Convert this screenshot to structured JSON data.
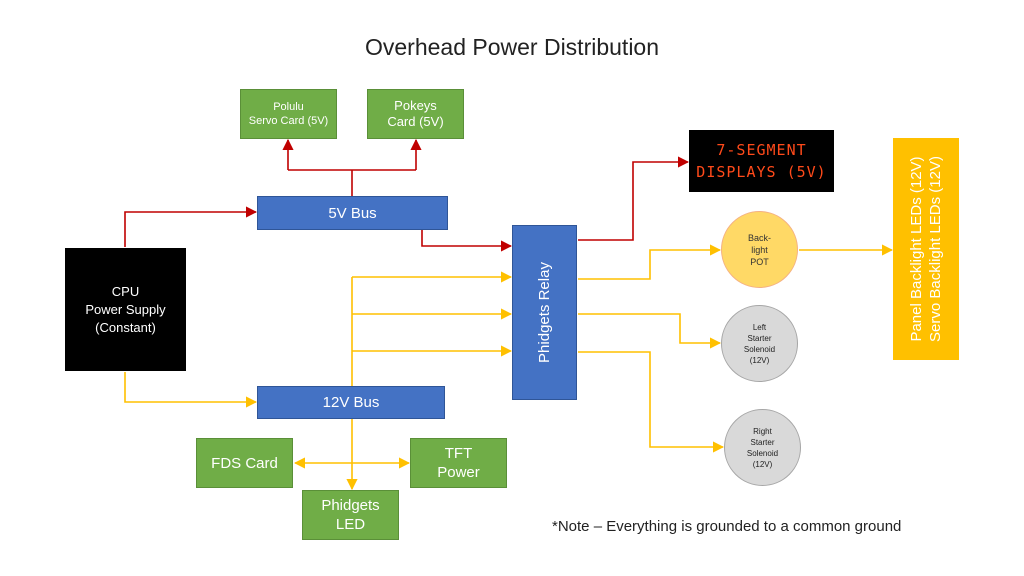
{
  "title": "Overhead Power Distribution",
  "note": "*Note – Everything is grounded to a common ground",
  "nodes": {
    "polulu": "Polulu\nServo Card (5V)",
    "pokeys": "Pokeys\nCard (5V)",
    "bus5v": "5V Bus",
    "cpu": "CPU\nPower Supply\n(Constant)",
    "bus12v": "12V Bus",
    "fds": "FDS Card",
    "tft": "TFT\nPower",
    "phidgets_led": "Phidgets\nLED",
    "relay": "Phidgets Relay",
    "seven_seg": "7-SEGMENT\nDISPLAYS (5V)",
    "backlight_pot": "Back-\nlight\nPOT",
    "left_solenoid": "Left\nStarter\nSolenoid\n(12V)",
    "right_solenoid": "Right\nStarter\nSolenoid\n(12V)",
    "panel_leds": "Panel Backlight LEDs (12V)\nServo Backlight LEDs (12V)"
  },
  "colors": {
    "wire_5v": "#c00000",
    "wire_12v": "#ffc000",
    "green": "#70ad47",
    "blue": "#4472c4",
    "amber": "#ffc000"
  }
}
